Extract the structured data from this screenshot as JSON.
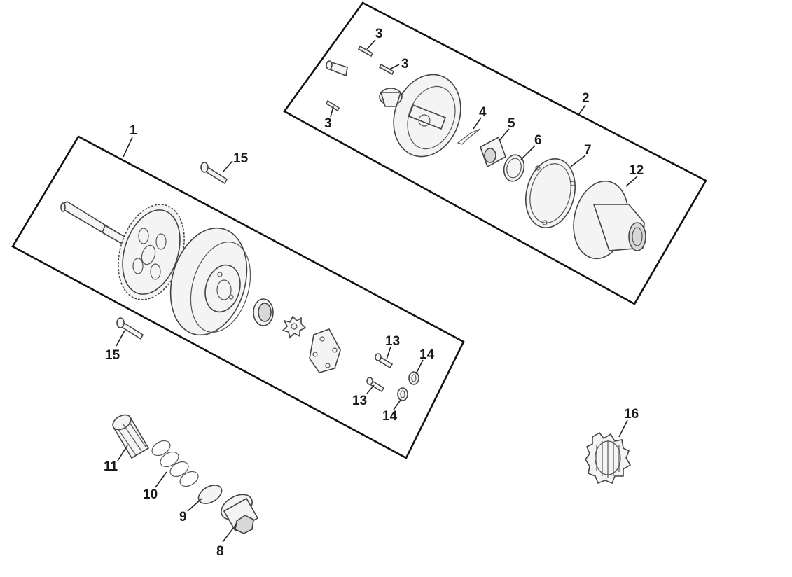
{
  "callouts": {
    "c1": "1",
    "c2": "2",
    "c3a": "3",
    "c3b": "3",
    "c3c": "3",
    "c4": "4",
    "c5": "5",
    "c6": "6",
    "c7": "7",
    "c8": "8",
    "c9": "9",
    "c10": "10",
    "c11": "11",
    "c12": "12",
    "c13a": "13",
    "c13b": "13",
    "c14a": "14",
    "c14b": "14",
    "c15a": "15",
    "c15b": "15",
    "c16": "16"
  }
}
